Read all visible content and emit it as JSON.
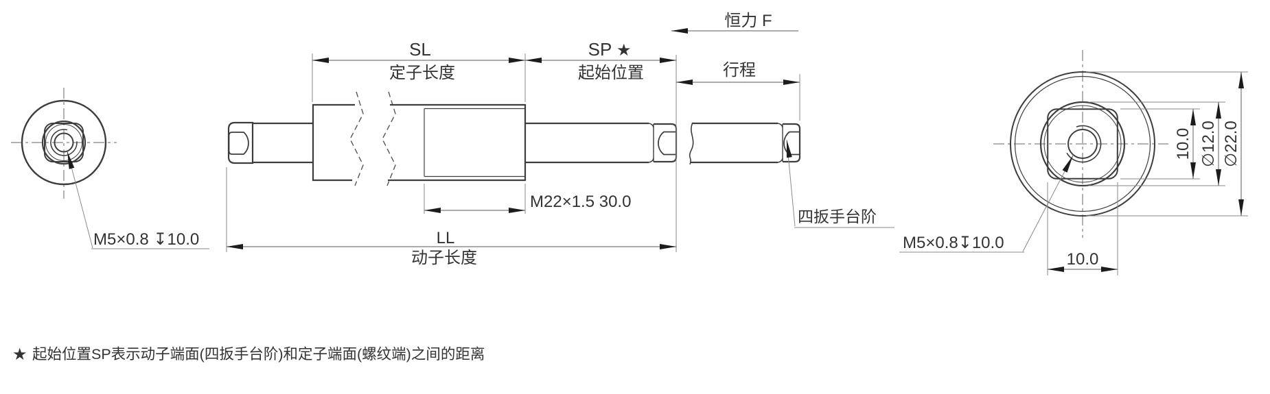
{
  "drawing": {
    "labels": {
      "force": "恒力 F",
      "sl": "SL",
      "sl_cn": "定子长度",
      "sp": "SP",
      "sp_star": "★",
      "sp_cn": "起始位置",
      "stroke_cn": "行程",
      "thread_spec": "M22×1.5 30.0",
      "ll": "LL",
      "ll_cn": "动子长度",
      "wrench_cn": "四扳手台阶",
      "m5_left": "M5×0.8 ↧10.0",
      "m5_right": "M5×0.8↧10.0",
      "dia22": "∅22.0",
      "dia12": "∅12.0",
      "flat_width_vertical": "10.0",
      "flat_width_horizontal": "10.0"
    },
    "note": {
      "star": "★",
      "text": "起始位置SP表示动子端面(四扳手台阶)和定子端面(螺纹端)之间的距离"
    },
    "colors": {
      "object_line": "#3d3d3d",
      "dimension_line": "#7a7a7a",
      "accent_red": "#e0312b",
      "text": "#333333"
    }
  }
}
